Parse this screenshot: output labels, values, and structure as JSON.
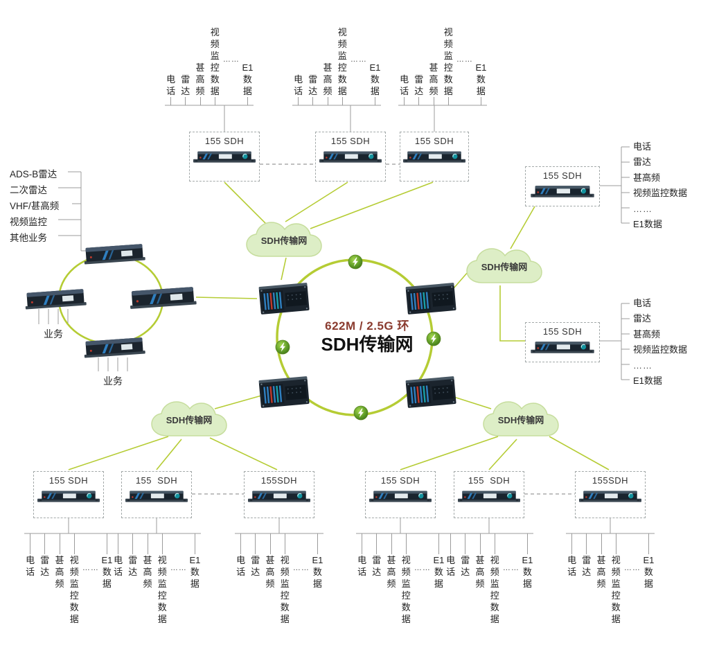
{
  "diagram": {
    "ring_core": {
      "speed_label": "622M / 2.5G 环",
      "name_label": "SDH传输网"
    },
    "clouds": [
      {
        "label": "SDH传输网"
      },
      {
        "label": "SDH传输网"
      },
      {
        "label": "SDH传输网"
      },
      {
        "label": "SDH传输网"
      }
    ],
    "left_access": {
      "labels": [
        "ADS-B雷达",
        "二次雷达",
        "VHF/甚高频",
        "视频监控",
        "其他业务"
      ],
      "service_label": "业务"
    },
    "signals": [
      {
        "name": "phone",
        "lines": [
          "电",
          "话"
        ]
      },
      {
        "name": "radar",
        "lines": [
          "雷",
          "达"
        ]
      },
      {
        "name": "vhf",
        "lines": [
          "甚",
          "高",
          "频"
        ]
      },
      {
        "name": "video-surveillance-data",
        "lines": [
          "视",
          "频",
          "监",
          "控",
          "数",
          "据"
        ]
      },
      {
        "name": "ellipsis",
        "lines": [
          "……"
        ],
        "dots": true
      },
      {
        "name": "e1-data",
        "lines": [
          "E1",
          "数",
          "据"
        ]
      }
    ],
    "nodes": {
      "top": [
        {
          "label": "155 SDH"
        },
        {
          "label": "155 SDH"
        },
        {
          "label": "155 SDH"
        }
      ],
      "right": [
        {
          "label": "155 SDH"
        },
        {
          "label": "155 SDH"
        }
      ],
      "bottom": [
        {
          "label": "155 SDH"
        },
        {
          "label": "155  SDH"
        },
        {
          "label": "155SDH"
        },
        {
          "label": "155 SDH"
        },
        {
          "label": "155  SDH"
        },
        {
          "label": "155SDH"
        }
      ]
    },
    "colors": {
      "ring": "#b5cc34",
      "cloud_fill": "#ddeec6",
      "speed_text": "#8a3b2f",
      "line_gray": "#9b9b9b"
    }
  }
}
